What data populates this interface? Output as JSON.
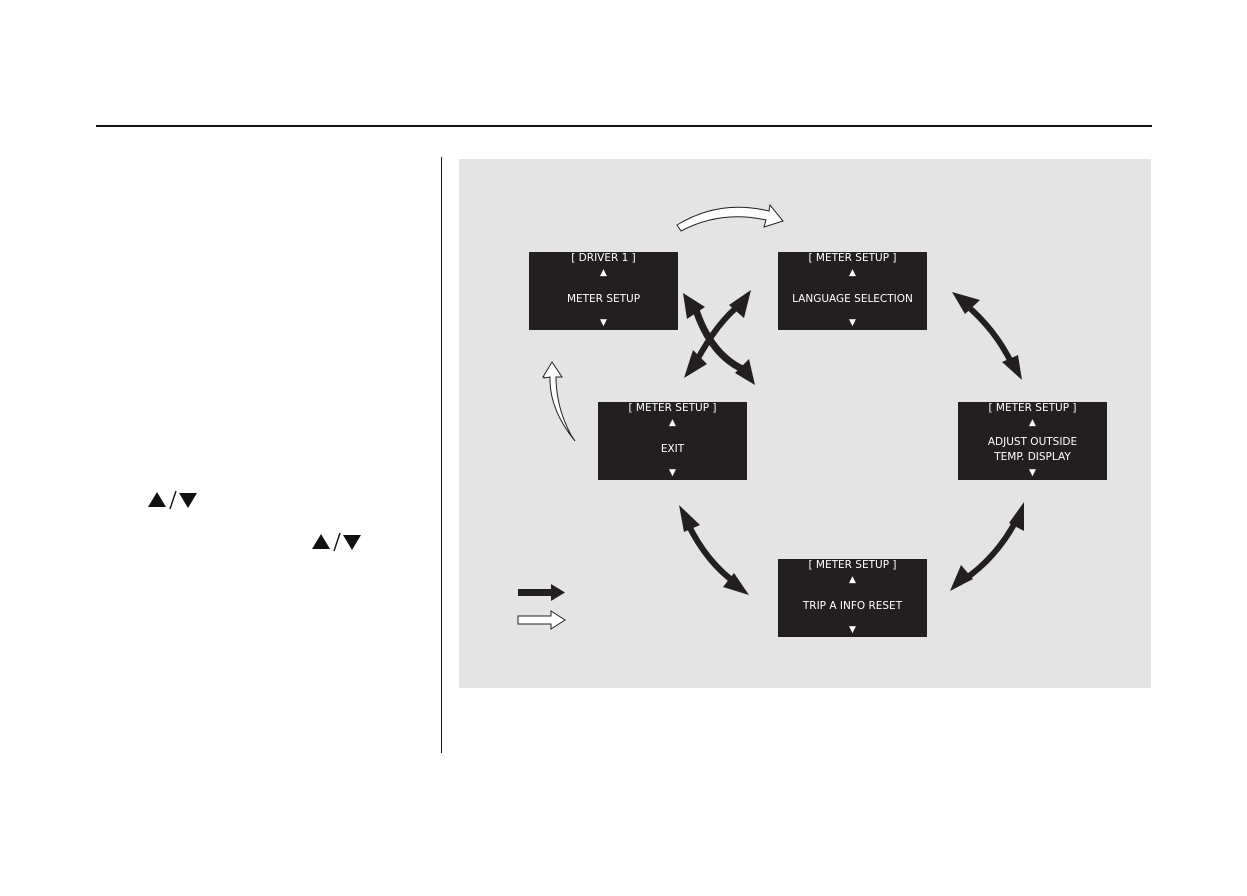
{
  "screens": [
    {
      "id": "driver-1",
      "header": "[ DRIVER 1 ]",
      "up": "▲",
      "lines": [
        "METER SETUP"
      ],
      "down": "▼"
    },
    {
      "id": "language-selection",
      "header": "[ METER SETUP ]",
      "up": "▲",
      "lines": [
        "LANGUAGE SELECTION"
      ],
      "down": "▼"
    },
    {
      "id": "exit",
      "header": "[ METER SETUP ]",
      "up": "▲",
      "lines": [
        "EXIT"
      ],
      "down": "▼"
    },
    {
      "id": "adjust-outside-temp",
      "header": "[ METER SETUP ]",
      "up": "▲",
      "lines": [
        "ADJUST OUTSIDE",
        "TEMP. DISPLAY"
      ],
      "down": "▼"
    },
    {
      "id": "trip-a-info-reset",
      "header": "[ METER SETUP ]",
      "up": "▲",
      "lines": [
        "TRIP A INFO RESET"
      ],
      "down": "▼"
    }
  ],
  "text_symbols": [
    {
      "text": "▲/▼"
    },
    {
      "text": "▲/▼"
    }
  ],
  "colors": {
    "screen_bg": "#231f20",
    "screen_text": "#ffffff",
    "panel_bg": "#e4e4e4",
    "arrow_dark": "#231f20",
    "arrow_light": "#ffffff"
  }
}
